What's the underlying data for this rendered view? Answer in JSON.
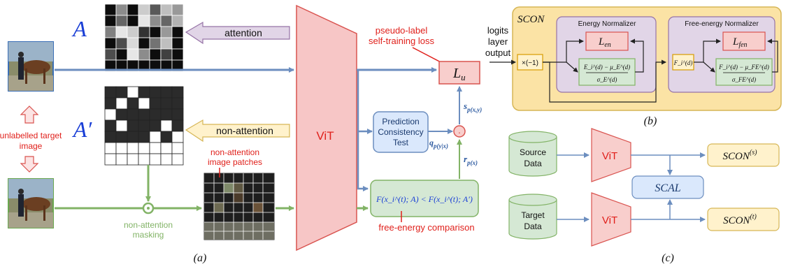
{
  "panel_a": {
    "attention_symbol": "A",
    "non_attention_symbol": "A′",
    "attention_label": "attention",
    "non_attention_label": "non-attention",
    "vit_label": "ViT",
    "pseudo_label_line1": "pseudo-label",
    "pseudo_label_line2": "self-training loss",
    "loss_label": "L",
    "loss_sub": "u",
    "s_label": "s",
    "s_sub": "p(x,y)",
    "q_label": "q",
    "q_sub": "p(y|x)",
    "r_label": "r",
    "r_sub": "p(x)",
    "pct_line1": "Prediction",
    "pct_line2": "Consistency",
    "pct_line3": "Test",
    "unlabelled_line1": "unlabelled target",
    "unlabelled_line2": "image",
    "patches_line1": "non-attention",
    "patches_line2": "image patches",
    "masking_line1": "non-attention",
    "masking_line2": "masking",
    "free_energy_comparison": "free-energy comparison",
    "inequality": "F(x_i^(t); A) < F(x_i^(t); A′)",
    "dot_symbol": "·",
    "caption": "(a)"
  },
  "panel_b": {
    "scon_title": "SCON",
    "logits_line1": "logits",
    "logits_line2": "layer",
    "logits_line3": "output",
    "neg_mult": "×(−1)",
    "energy_normalizer": "Energy Normalizer",
    "free_energy_normalizer": "Free-energy Normalizer",
    "l_en": "L",
    "l_en_sub": "en",
    "l_fen": "L",
    "l_fen_sub": "fen",
    "en_num": "E_i^(d) − μ_E^(d)",
    "en_den": "σ_E^(d)",
    "f_box": "F_i^(d)",
    "fen_num": "F_i^(d) − μ_FE^(d)",
    "fen_den": "σ_FE^(d)",
    "caption": "(b)"
  },
  "panel_c": {
    "source_line1": "Source",
    "source_line2": "Data",
    "target_line1": "Target",
    "target_line2": "Data",
    "vit_label": "ViT",
    "scal_label": "SCAL",
    "scon_s": "SCON",
    "scon_s_sup": "(s)",
    "scon_t": "SCON",
    "scon_t_sup": "(t)",
    "caption": "(c)"
  },
  "colors": {
    "vit_fill": "#f7c6c6",
    "vit_stroke": "#d9534f",
    "blue_arrow": "#6c8ebf",
    "green_arrow": "#82b366",
    "red_text": "#e0201b",
    "purple_fill": "#e1d5e7",
    "yellow_fill": "#fff2cc",
    "panel_b_bg": "#fbe3a5",
    "green_fill": "#d5e8d4",
    "blue_fill": "#dae8fc"
  },
  "attention_grid": [
    [
      0.05,
      0.55,
      0.05,
      0.8,
      0.35,
      0.75,
      0.6
    ],
    [
      0.05,
      0.4,
      0.05,
      0.9,
      0.55,
      0.4,
      0.7
    ],
    [
      0.5,
      0.9,
      0.8,
      0.2,
      0.05,
      0.6,
      0.05
    ],
    [
      0.05,
      0.3,
      0.85,
      0.05,
      0.45,
      0.75,
      0.05
    ],
    [
      0.3,
      0.05,
      0.9,
      0.55,
      0.05,
      0.25,
      0.05
    ],
    [
      0.05,
      0.05,
      0.05,
      0.05,
      0.05,
      0.05,
      0.05
    ]
  ],
  "non_attention_grid": [
    [
      0,
      0,
      1,
      0,
      0,
      0,
      0
    ],
    [
      0,
      1,
      0,
      1,
      0,
      0,
      0
    ],
    [
      1,
      0,
      0,
      0,
      0,
      0,
      0
    ],
    [
      0,
      1,
      0,
      0,
      0,
      1,
      0
    ],
    [
      0,
      0,
      0,
      0,
      1,
      0,
      1
    ],
    [
      1,
      1,
      1,
      1,
      1,
      1,
      1
    ],
    [
      1,
      1,
      1,
      1,
      1,
      1,
      1
    ]
  ]
}
